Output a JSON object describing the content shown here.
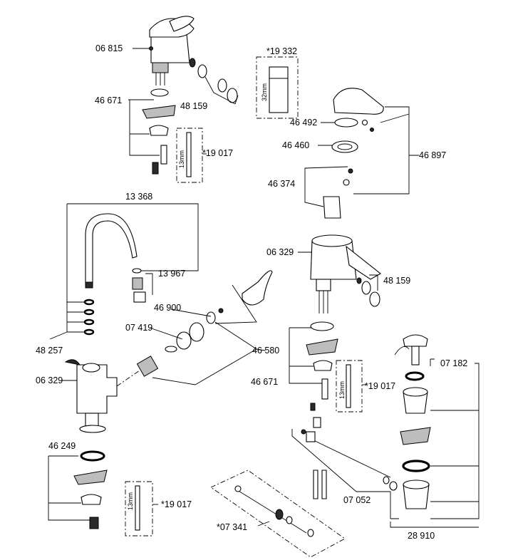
{
  "labels": {
    "l06815": "06 815",
    "l46671a": "46 671",
    "l48159a": "48 159",
    "l19017a": "*19 017",
    "l19332": "*19 332",
    "l46492": "46 492",
    "l46460": "46 460",
    "l46374": "46 374",
    "l46897": "46 897",
    "l13368": "13 368",
    "l13967": "13 967",
    "l06329b": "06 329",
    "l48159b": "48 159",
    "l46900": "46 900",
    "l07419": "07 419",
    "l46580": "46 580",
    "l48257": "48 257",
    "l06329a": "06 329",
    "l46671b": "46 671",
    "l19017b": "*19 017",
    "l07182": "07 182",
    "l46249": "46 249",
    "l19017c": "*19 017",
    "l07052": "07 052",
    "l07341": "*07 341",
    "l28910": "28 910"
  },
  "dims": {
    "mm32": "32mm",
    "mm13a": "13mm",
    "mm13b": "13mm",
    "mm13c": "13mm"
  }
}
